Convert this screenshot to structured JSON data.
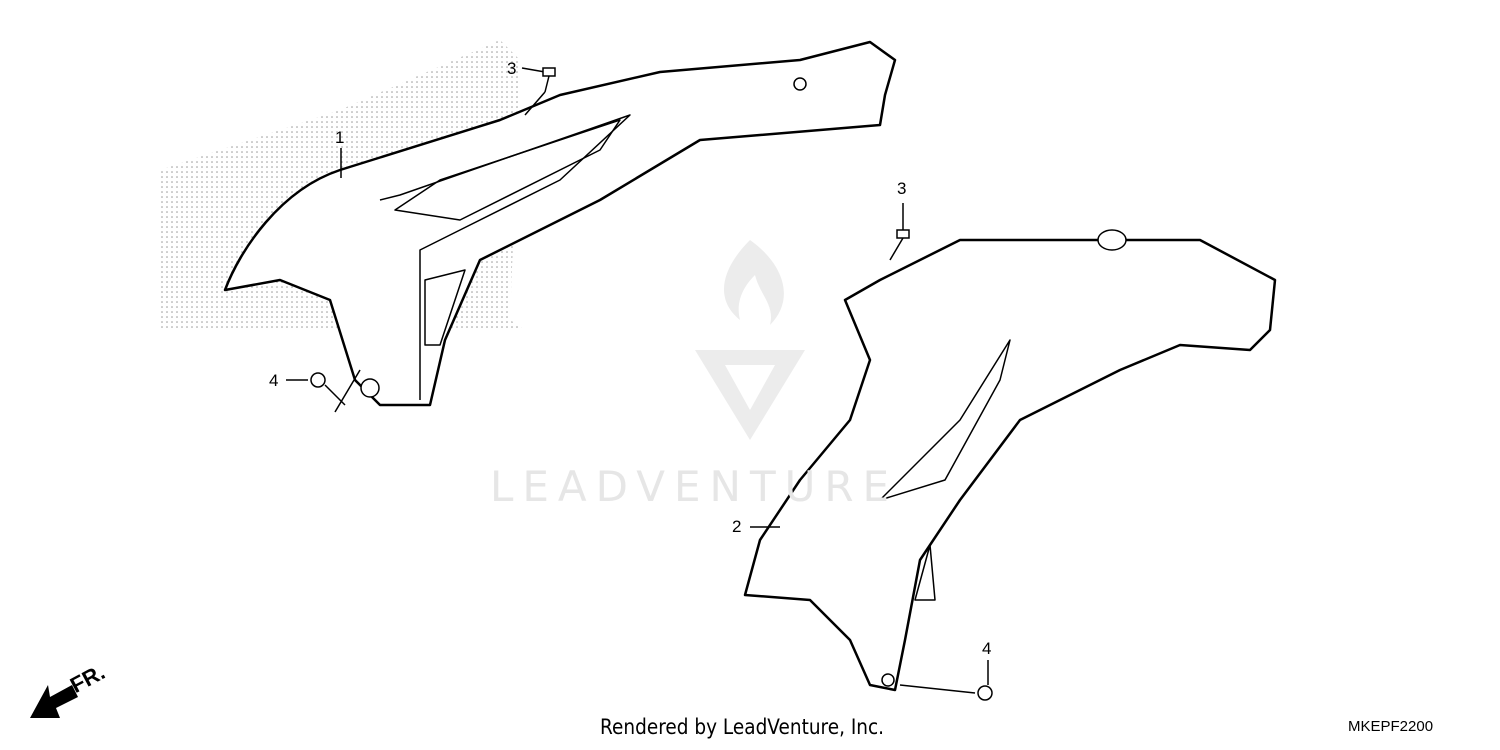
{
  "diagram": {
    "callouts": [
      {
        "id": "callout-1",
        "label": "1"
      },
      {
        "id": "callout-3a",
        "label": "3"
      },
      {
        "id": "callout-3b",
        "label": "3"
      },
      {
        "id": "callout-4a",
        "label": "4"
      },
      {
        "id": "callout-2",
        "label": "2"
      },
      {
        "id": "callout-4b",
        "label": "4"
      }
    ],
    "direction_label": "FR.",
    "watermark": "LEADVENTURE",
    "footer": "Rendered by LeadVenture, Inc.",
    "diagram_code": "MKEPF2200"
  }
}
